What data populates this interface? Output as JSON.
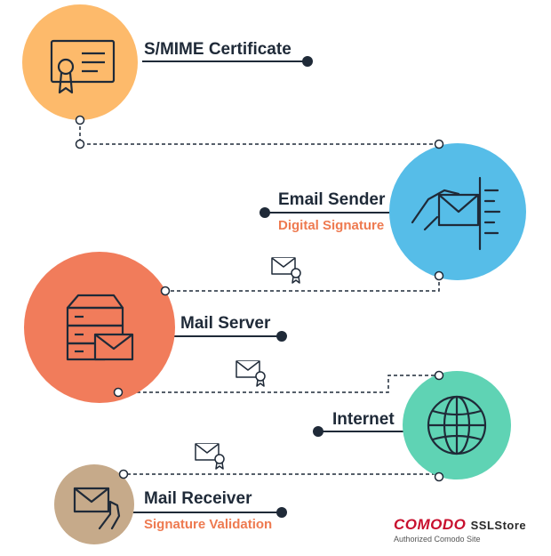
{
  "steps": [
    {
      "title": "S/MIME Certificate",
      "subtitle": ""
    },
    {
      "title": "Email Sender",
      "subtitle": "Digital Signature"
    },
    {
      "title": "Mail Server",
      "subtitle": ""
    },
    {
      "title": "Internet",
      "subtitle": ""
    },
    {
      "title": "Mail Receiver",
      "subtitle": "Signature Validation"
    }
  ],
  "icons": {
    "certificate": "certificate-icon",
    "sender": "hand-envelope-icon",
    "server": "server-envelope-icon",
    "internet": "globe-icon",
    "receiver": "hand-envelope-receive-icon",
    "signed_mail": "signed-envelope-icon"
  },
  "colors": {
    "certificate": "#fdba6b",
    "sender": "#56bde8",
    "server": "#f17c5b",
    "internet": "#5fd3b4",
    "receiver": "#c6aa8a",
    "line": "#1f2a38",
    "subtitle": "#ee7a50",
    "brand": "#c8102e"
  },
  "brand": {
    "name": "COMODO",
    "suffix": "SSLStore",
    "tagline": "Authorized Comodo Site"
  }
}
